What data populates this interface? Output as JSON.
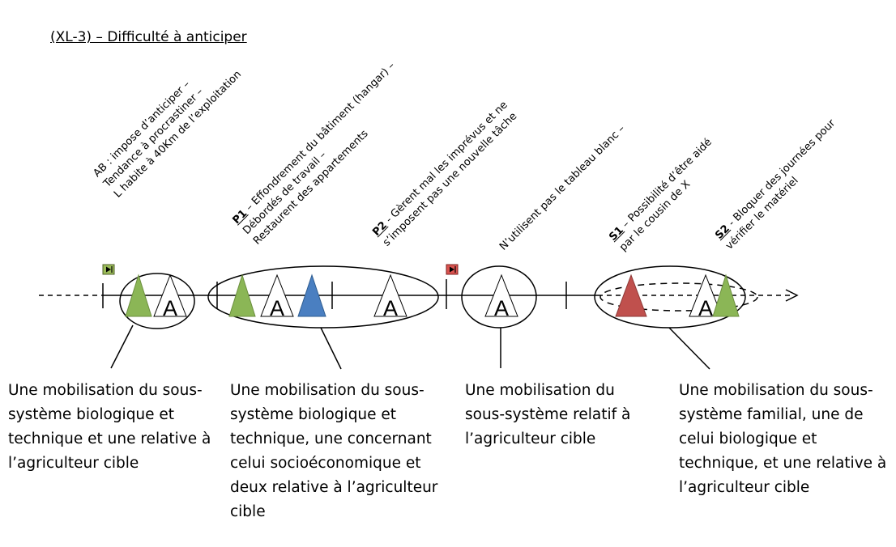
{
  "title": "(XL-3) – Difficulté à anticiper",
  "annotations": {
    "ab": {
      "line1": "AB : impose d’anticiper –",
      "line2": "Tendance à procrastiner –",
      "line3": "L habite à 40Km de l’exploitation"
    },
    "p1": {
      "key": "P1",
      "line1_rest": " – Effondrement du bâtiment (hangar) –",
      "line2": "Débordés de travail –",
      "line3": "Restaurent des appartements"
    },
    "p2": {
      "key": "P2",
      "line1_rest": " - Gèrent mal les imprévus et ne",
      "line2": "s’imposent pas une nouvelle tâche"
    },
    "n": {
      "line1": "N’utilisent pas le tableau blanc –"
    },
    "s1": {
      "key": "S1",
      "line1_rest": " – Possibilité d’être aidé",
      "line2": "par le cousin de X"
    },
    "s2": {
      "key": "S2",
      "line1_rest": " - Bloquer des journées pour",
      "line2": "vérifier le matériel"
    }
  },
  "symbol_letter": "A",
  "captions": {
    "c1": "Une mobilisation du sous-système biologique et technique et une relative à l’agriculteur cible",
    "c2": "Une mobilisation du sous-système biologique et technique, une concernant celui socioéconomique et deux relative à l’agriculteur cible",
    "c3": "Une mobilisation du sous-système relatif à l’agriculteur cible",
    "c4": "Une mobilisation du sous-système familial, une de celui biologique et technique, et une relative à l’agriculteur cible"
  },
  "colors": {
    "green": "#8bb656",
    "blue": "#4a7fc1",
    "red": "#c0504d",
    "flag_green": "#9bbb59",
    "flag_red": "#d9534f"
  }
}
